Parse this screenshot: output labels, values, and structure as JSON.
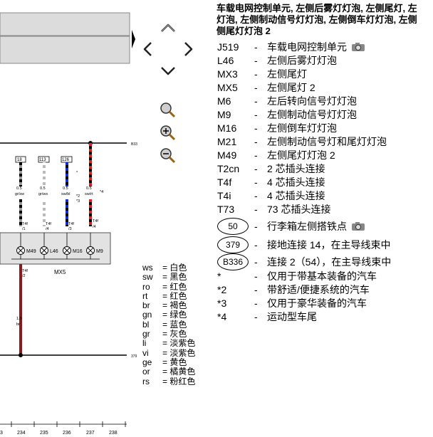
{
  "title_lines": [
    "车载电网控制单元, 左侧后雾灯灯泡, 左侧尾灯, 左",
    "灯泡, 左侧制动信号灯灯泡, 左侧倒车灯灯泡, 左侧",
    "侧尾灯灯泡 2"
  ],
  "legend": [
    {
      "code": "J519",
      "desc": "车载电网控制单元",
      "camera": true
    },
    {
      "code": "L46",
      "desc": "左侧后雾灯灯泡"
    },
    {
      "code": "MX3",
      "desc": "左侧尾灯"
    },
    {
      "code": "MX5",
      "desc": "左侧尾灯 2"
    },
    {
      "code": "M6",
      "desc": "左后转向信号灯灯泡"
    },
    {
      "code": "M9",
      "desc": "左侧制动信号灯灯泡"
    },
    {
      "code": "M16",
      "desc": "左侧倒车灯灯泡"
    },
    {
      "code": "M21",
      "desc": "左侧制动信号灯和尾灯灯泡"
    },
    {
      "code": "M49",
      "desc": "左侧尾灯灯泡 2"
    },
    {
      "code": "T2cn",
      "desc": "2 芯插头连接"
    },
    {
      "code": "T4f",
      "desc": "4 芯插头连接"
    },
    {
      "code": "T4i",
      "desc": "4 芯插头连接"
    },
    {
      "code": "T73",
      "desc": "73 芯插头连接"
    }
  ],
  "circled": [
    {
      "code": "50",
      "desc": "行李箱左侧搭铁点",
      "camera": true
    },
    {
      "code": "379",
      "desc": "接地连接 14，在主导线束中"
    },
    {
      "code": "B336",
      "desc": "连接 2（54），在主导线束中"
    }
  ],
  "notes": [
    {
      "code": "*",
      "desc": "仅用于带基本装备的汽车"
    },
    {
      "code": "*2",
      "desc": "带舒适/便捷系统的汽车"
    },
    {
      "code": "*3",
      "desc": "仅用于豪华装备的汽车"
    },
    {
      "code": "*4",
      "desc": "运动型车尾"
    }
  ],
  "dash": "-",
  "colors": [
    {
      "ab": "ws",
      "name": "= 白色"
    },
    {
      "ab": "sw",
      "name": "= 黑色"
    },
    {
      "ab": "ro",
      "name": "= 红色"
    },
    {
      "ab": "rt",
      "name": "= 红色"
    },
    {
      "ab": "br",
      "name": "= 褐色"
    },
    {
      "ab": "gn",
      "name": "= 绿色"
    },
    {
      "ab": "bl",
      "name": "= 蓝色"
    },
    {
      "ab": "gr",
      "name": "= 灰色"
    },
    {
      "ab": "li",
      "name": "= 淡紫色"
    },
    {
      "ab": "vi",
      "name": "= 淡紫色"
    },
    {
      "ab": "ge",
      "name": "= 黄色"
    },
    {
      "ab": "or",
      "name": "= 橘黄色"
    },
    {
      "ab": "rs",
      "name": "= 粉红色"
    }
  ],
  "diagram": {
    "bus_top_label": "B33",
    "bus_bottom_label": "379",
    "fuses": [
      "18",
      "113",
      "126"
    ],
    "wires": [
      {
        "size": "0.5",
        "color": "gr/sw",
        "conn": "T4f",
        "pin": "/1"
      },
      {
        "size": "0.5",
        "color": "gr/ws",
        "conn": "T4f",
        "pin": "/4"
      },
      {
        "size": "0.5",
        "color": "sw/bl",
        "conn": "T4f",
        "pin": "/3"
      },
      {
        "size": "0.5",
        "color": "sw/rt",
        "conn": "T4f",
        "pin": "/4"
      }
    ],
    "star_notes": [
      "*",
      "*2",
      "*3",
      "*4"
    ],
    "lamps": [
      "M49",
      "L46",
      "M16",
      "M9"
    ],
    "assembly": "MX5",
    "ground_conn": "T4f",
    "ground_pin": "/2",
    "ground_size": "1.0",
    "ground_color": "br",
    "scale": [
      "3",
      "234",
      "235",
      "236",
      "237",
      "238"
    ]
  }
}
